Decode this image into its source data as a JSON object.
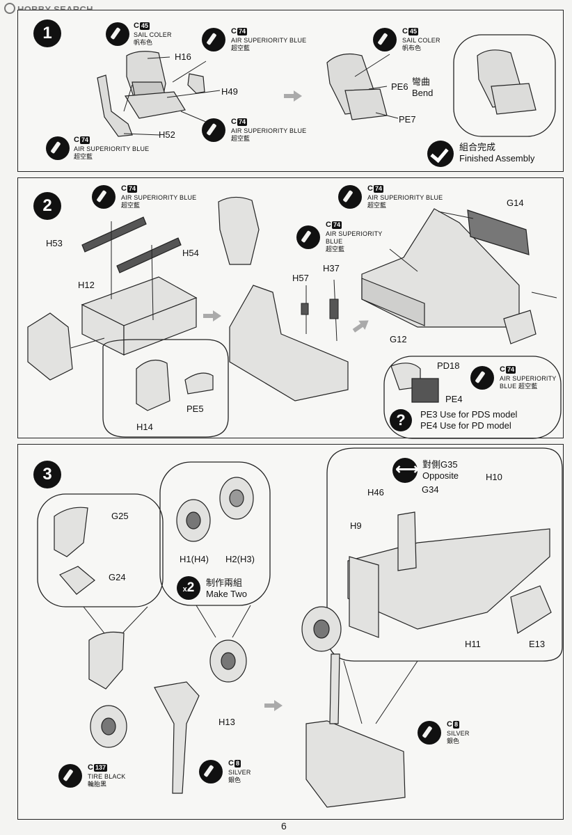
{
  "watermark": "HOBBY SEARCH",
  "page_number": "6",
  "colors": {
    "ink": "#111111",
    "paper": "#f4f4f2"
  },
  "icons": [
    "paint-brush-icon",
    "check-icon",
    "question-icon",
    "swap-arrow-icon"
  ],
  "step1": {
    "number": "1",
    "paints": [
      {
        "code": "C",
        "num": "45",
        "name": "SAIL COLER",
        "cn": "帆布色"
      },
      {
        "code": "C",
        "num": "74",
        "name": "AIR SUPERIORITY BLUE",
        "cn": "超空藍"
      },
      {
        "code": "C",
        "num": "74",
        "name": "AIR SUPERIORITY BLUE",
        "cn": "超空藍"
      },
      {
        "code": "C",
        "num": "74",
        "name": "AIR SUPERIORITY BLUE",
        "cn": "超空藍"
      },
      {
        "code": "C",
        "num": "45",
        "name": "SAIL COLER",
        "cn": "帆布色"
      }
    ],
    "parts": [
      "H16",
      "H49",
      "H52",
      "PE6",
      "PE7"
    ],
    "bend_cn": "彎曲",
    "bend_en": "Bend",
    "finished_cn": "組合完成",
    "finished_en": "Finished Assembly"
  },
  "step2": {
    "number": "2",
    "paints": [
      {
        "code": "C",
        "num": "74",
        "name": "AIR SUPERIORITY BLUE",
        "cn": "超空藍"
      },
      {
        "code": "C",
        "num": "74",
        "name": "AIR SUPERIORITY BLUE",
        "cn": "超空藍"
      },
      {
        "code": "C",
        "num": "74",
        "name": "AIR SUPERIORITY BLUE",
        "cn": "超空藍"
      },
      {
        "code": "C",
        "num": "74",
        "name": "AIR SUPERIORITY",
        "name2": "BLUE",
        "cn": "超空藍"
      }
    ],
    "parts": [
      "H53",
      "H54",
      "H12",
      "H57",
      "H37",
      "G14",
      "G12",
      "H14",
      "PE5",
      "PD18",
      "PE4"
    ],
    "note1": "PE3 Use for PDS model",
    "note2": "PE4 Use for PD model"
  },
  "step3": {
    "number": "3",
    "paints": [
      {
        "code": "C",
        "num": "137",
        "name": "TIRE BLACK",
        "cn": "輪胎黑"
      },
      {
        "code": "C",
        "num": "8",
        "name": "SILVER",
        "cn": "銀色"
      },
      {
        "code": "C",
        "num": "8",
        "name": "SILVER",
        "cn": "銀色"
      }
    ],
    "parts": [
      "G25",
      "G24",
      "H1(H4)",
      "H2(H3)",
      "H13",
      "H46",
      "G34",
      "H10",
      "H9",
      "H11",
      "E13"
    ],
    "make_two_cn": "制作兩組",
    "make_two_en": "Make Two",
    "x2": "2",
    "opposite_cn": "對側G35",
    "opposite_en": "Opposite"
  }
}
